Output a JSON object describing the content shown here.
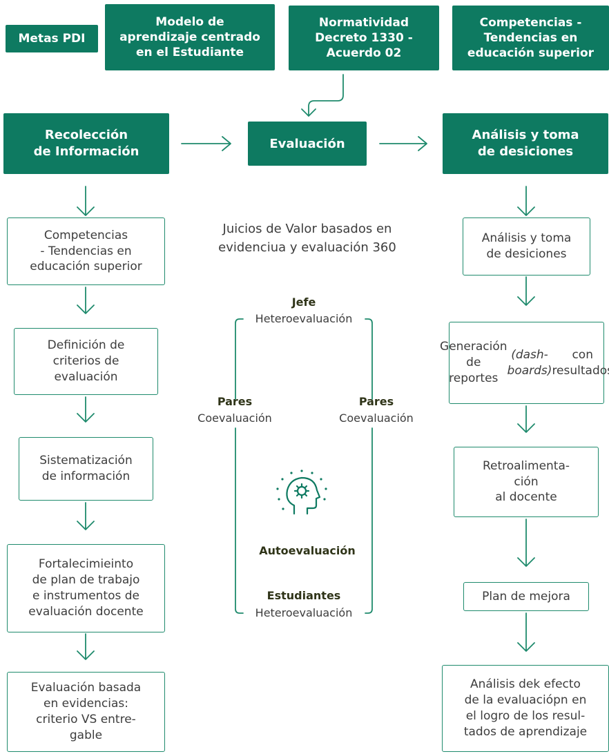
{
  "top_boxes": {
    "metas": "Metas PDI",
    "modelo": "Modelo de\naprendizaje centrado\nen el Estudiante",
    "normatividad": "Normatividad\nDecreto 1330 -\nAcuerdo 02",
    "competencias": "Competencias -\nTendencias en\neducación superior"
  },
  "main_row": {
    "recoleccion": "Recolección\nde Información",
    "evaluacion": "Evaluación",
    "analisis": "Análisis y toma\nde desiciones"
  },
  "left_column": [
    "Competencias\n- Tendencias en\neducación superior",
    "Definición de\ncriterios de\nevaluación",
    "Sistematización\nde información",
    "Fortalecimieinto\nde plan de trabajo\ne instrumentos de\nevaluación docente",
    "Evaluación basada\nen evidencias:\ncriterio VS entre-\ngable"
  ],
  "center": {
    "juicios": "Juicios de Valor basados en\nevidenciua y evaluación 360",
    "jefe_title": "Jefe",
    "jefe_sub": "Heteroevaluación",
    "pares_left_title": "Pares",
    "pares_left_sub": "Coevaluación",
    "pares_right_title": "Pares",
    "pares_right_sub": "Coevaluación",
    "auto": "Autoevaluación",
    "estudiantes_title": "Estudiantes",
    "estudiantes_sub": "Heteroevaluación"
  },
  "right_column": {
    "analisis": "Análisis y toma\nde desiciones",
    "generacion_1": "Generación de\nreportes ",
    "generacion_italic": "(dash-\nboards)",
    "generacion_2": " con\nresultados",
    "retro": "Retroalimenta-\nción\nal docente",
    "plan": "Plan de mejora",
    "efecto": "Análisis dek efecto\nde la evaluacióp­n en\nel logro de los resul-\ntados de aprendizaje"
  },
  "colors": {
    "primary": "#0e7a61",
    "outline": "#1e8a6c",
    "text": "#3d3d3d",
    "title_dark": "#2f3418"
  },
  "icons": {
    "auto": "head-gear-icon"
  }
}
